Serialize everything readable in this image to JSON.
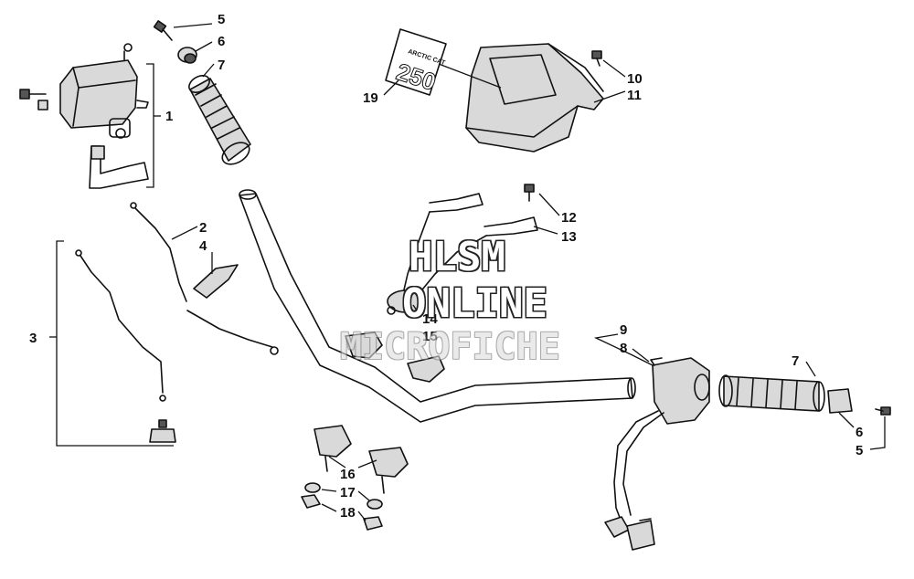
{
  "watermark": {
    "line1": "HLSM",
    "line2": "ONLINE",
    "line3": "MICROFICHE"
  },
  "decal": {
    "top_text": "ARCTIC CAT",
    "model_text": "250"
  },
  "callouts": {
    "c1": "1",
    "c2": "2",
    "c3": "3",
    "c4": "4",
    "c5a": "5",
    "c5b": "5",
    "c6a": "6",
    "c6b": "6",
    "c7a": "7",
    "c7b": "7",
    "c8": "8",
    "c9": "9",
    "c10": "10",
    "c11": "11",
    "c12": "12",
    "c13": "13",
    "c14": "14",
    "c15": "15",
    "c16": "16",
    "c17": "17",
    "c18": "18",
    "c19": "19"
  }
}
